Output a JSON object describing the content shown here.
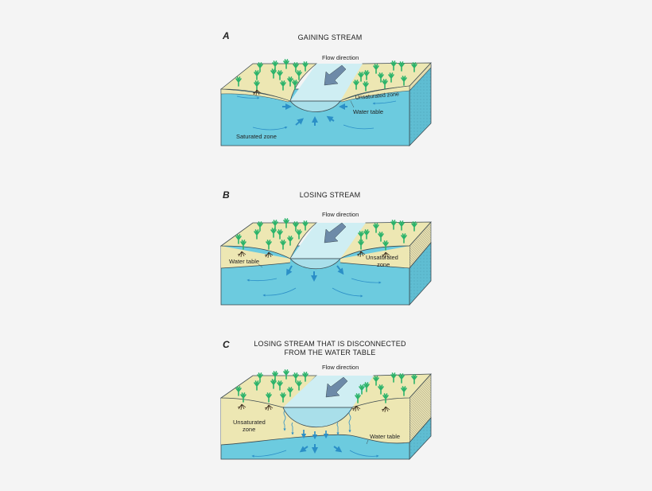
{
  "colors": {
    "background": "#f4f4f4",
    "land": "#ede7b3",
    "water": "#6ccbdf",
    "stream": "#cfeef3",
    "stream_deep": "#a9dfea",
    "side_land": "#e3ddb0",
    "side_water": "#5fbdd2",
    "outline": "#3c4a50",
    "plant": "#2bb36a",
    "arrow_flow": "#6d8aa8",
    "arrow_water": "#2b8fc7"
  },
  "panels": [
    {
      "letter": "A",
      "title": "GAINING STREAM",
      "labels": {
        "flow": "Flow direction",
        "unsaturated": "Unsaturated zone",
        "water_table": "Water table",
        "saturated": "Saturated zone"
      }
    },
    {
      "letter": "B",
      "title": "LOSING STREAM",
      "labels": {
        "flow": "Flow direction",
        "water_table": "Water table",
        "unsaturated_1": "Unsaturated",
        "unsaturated_2": "zone"
      }
    },
    {
      "letter": "C",
      "title_1": "LOSING STREAM THAT IS DISCONNECTED",
      "title_2": "FROM THE WATER TABLE",
      "labels": {
        "flow": "Flow direction",
        "unsaturated_1": "Unsaturated",
        "unsaturated_2": "zone",
        "water_table": "Water table"
      }
    }
  ]
}
